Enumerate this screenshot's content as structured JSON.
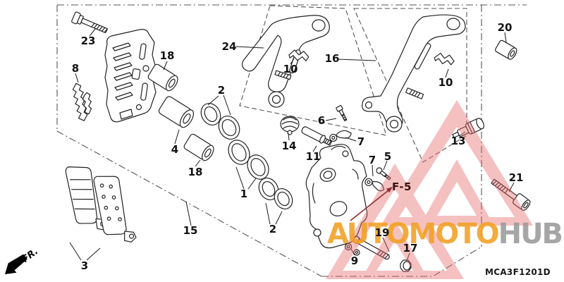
{
  "diagram": {
    "code": "MCA3F1201D",
    "front_marker": "FR.",
    "cross_reference": "F-5",
    "part_labels": [
      {
        "num": "23"
      },
      {
        "num": "8"
      },
      {
        "num": "18"
      },
      {
        "num": "4"
      },
      {
        "num": "18"
      },
      {
        "num": "2"
      },
      {
        "num": "1"
      },
      {
        "num": "2"
      },
      {
        "num": "24"
      },
      {
        "num": "10"
      },
      {
        "num": "16"
      },
      {
        "num": "10"
      },
      {
        "num": "20"
      },
      {
        "num": "13"
      },
      {
        "num": "6"
      },
      {
        "num": "14"
      },
      {
        "num": "11"
      },
      {
        "num": "7"
      },
      {
        "num": "7"
      },
      {
        "num": "5"
      },
      {
        "num": "15"
      },
      {
        "num": "3"
      },
      {
        "num": "9"
      },
      {
        "num": "19"
      },
      {
        "num": "17"
      },
      {
        "num": "21"
      }
    ]
  },
  "watermark": {
    "brand_primary": "AUTOMOTO",
    "brand_secondary": "HUB",
    "primary_color": "#F2A024",
    "secondary_color": "#9A9A9A",
    "triangle_color": "#E86A6A"
  }
}
